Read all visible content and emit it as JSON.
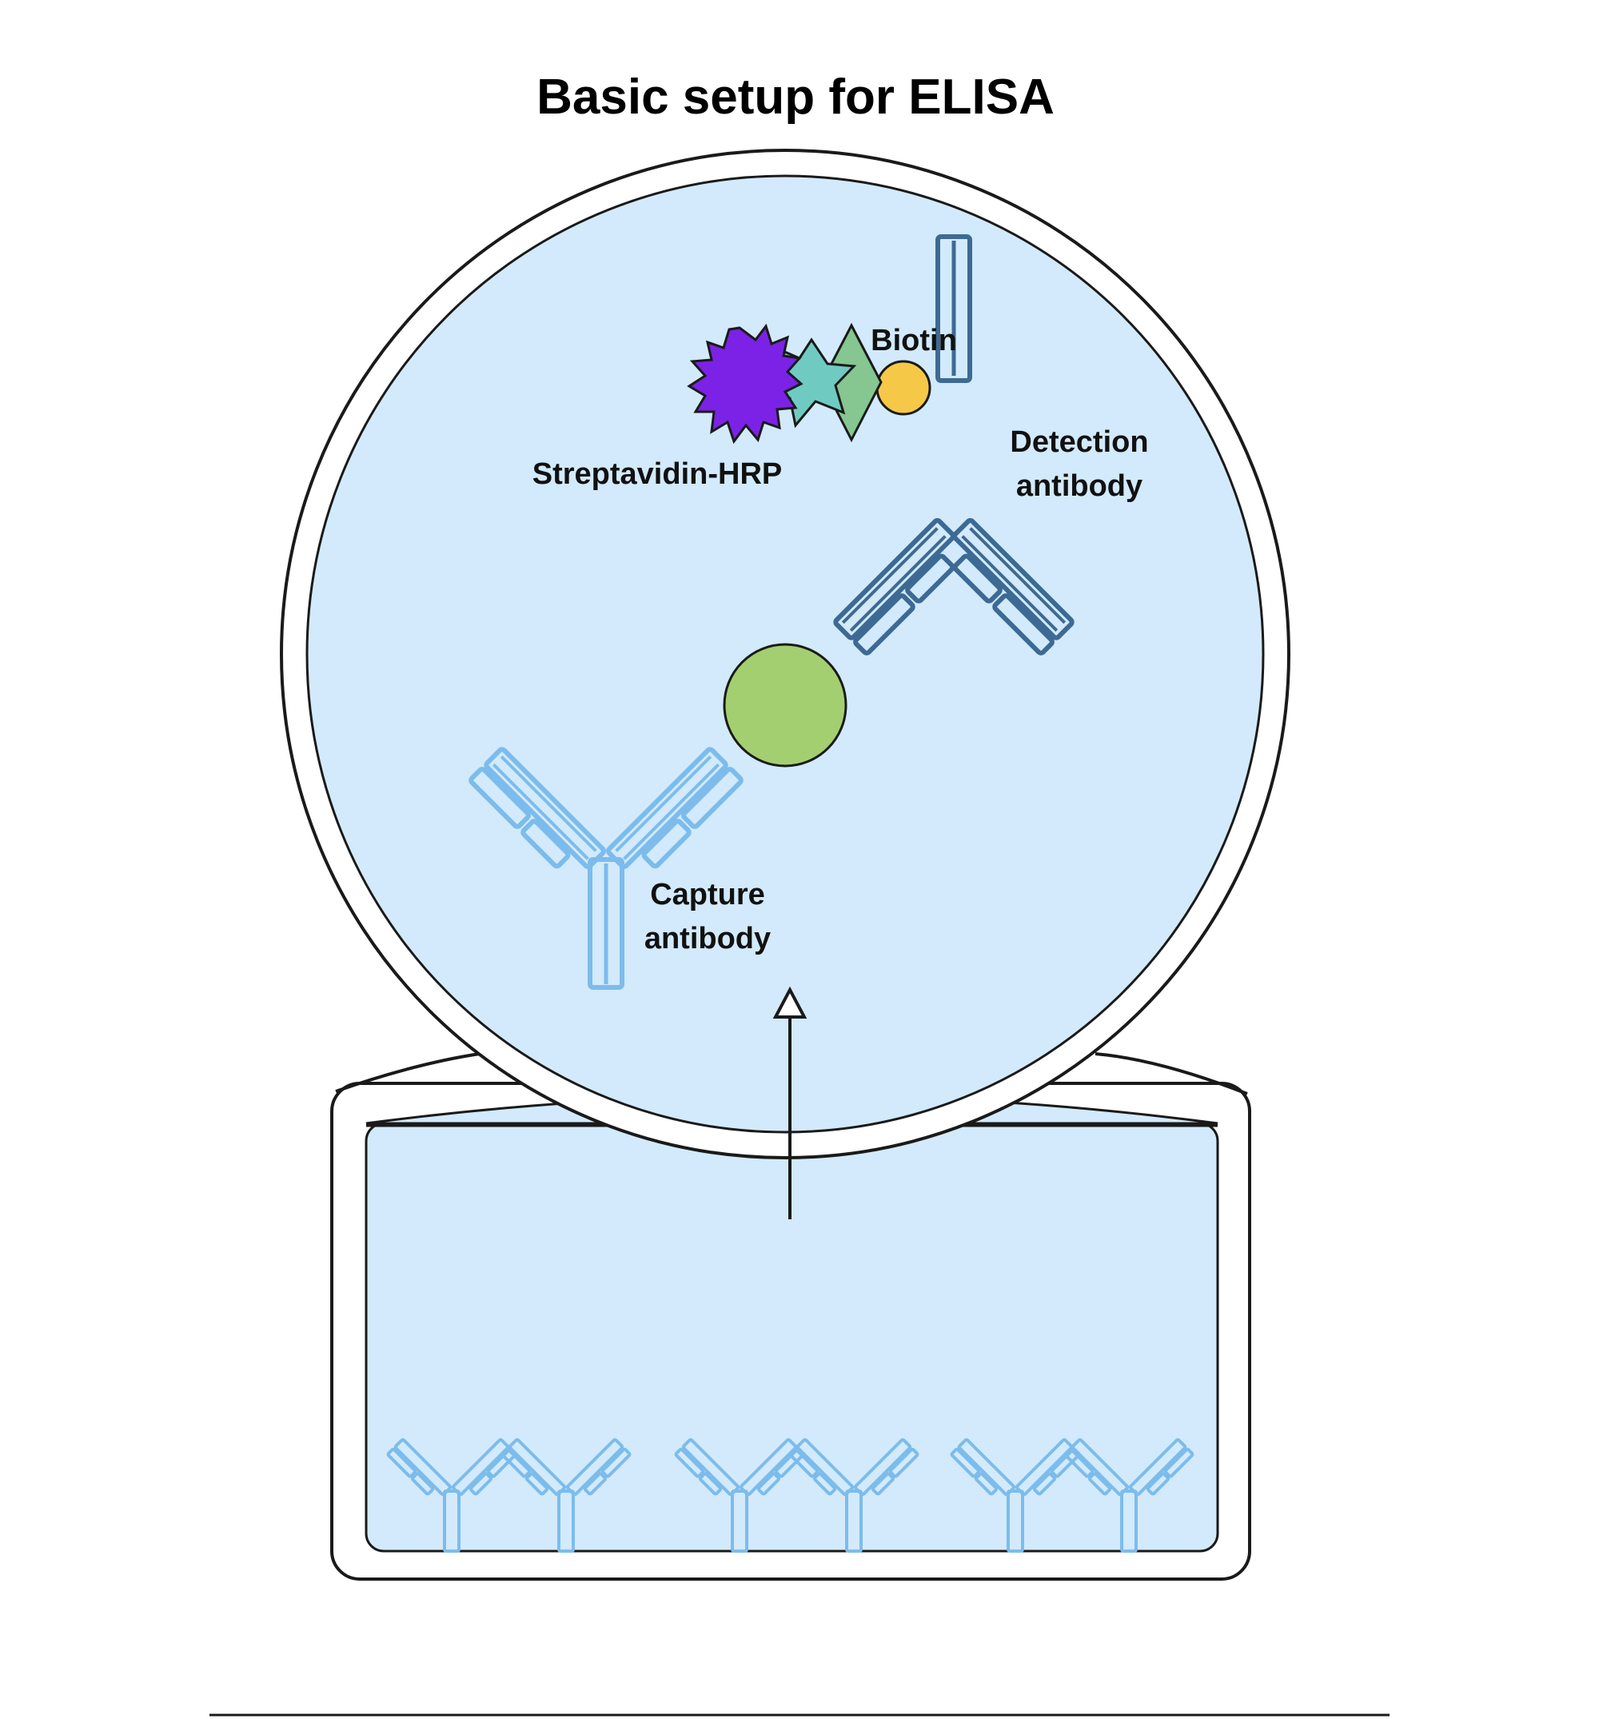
{
  "title": "Basic setup for ELISA",
  "labels": {
    "biotin": "Biotin",
    "streptavidin_hrp": "Streptavidin-HRP",
    "detection_antibody": [
      "Detection",
      "antibody"
    ],
    "capture_antibody": [
      "Capture",
      "antibody"
    ]
  },
  "colors": {
    "fluid": "#d2eafb",
    "capture_antibody": "#7cbcec",
    "detection_antibody": "#3d6a94",
    "antigen": "#a4cf70",
    "biotin": "#f6c847",
    "streptavidin": "#6fcbc2",
    "streptavidin_diamond": "#86c691",
    "hrp": "#7b22e6",
    "outline": "#1a1a1a"
  }
}
